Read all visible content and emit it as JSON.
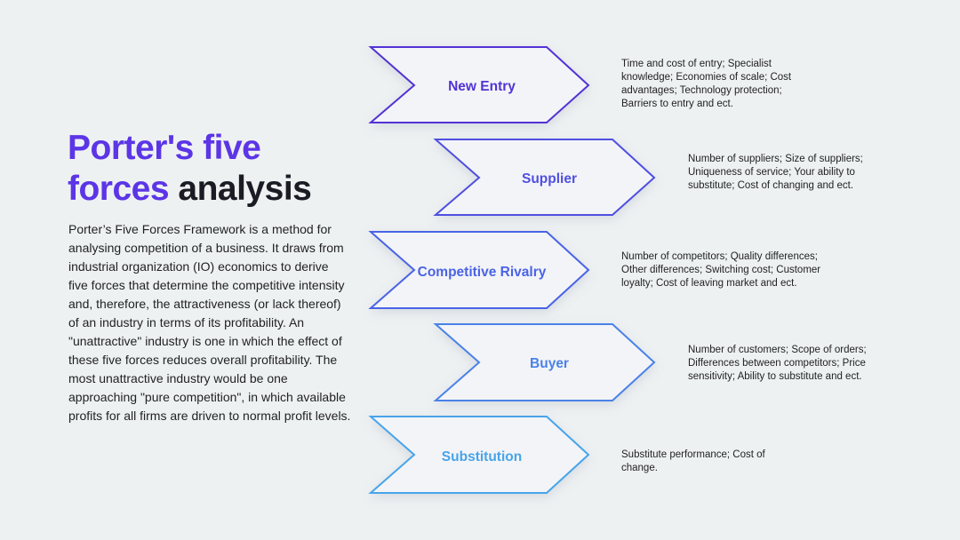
{
  "title": {
    "line1": "Porter's five",
    "accent2": "forces",
    "rest2": " analysis"
  },
  "description": "Porter’s Five Forces Framework is a method for analysing competition of a business. It draws from industrial organization (IO) economics to derive five forces that determine the competitive intensity and, therefore, the attractiveness (or lack thereof) of an industry in terms of its profitability. An \"unattractive\" industry is one in which the effect of these five forces reduces overall profitability. The most unattractive industry would be one approaching \"pure competition\", in which available profits for all firms are driven to normal profit levels.",
  "forces": [
    {
      "label": "New Entry",
      "color": "#5233d6",
      "details": "Time and cost of entry; Specialist knowledge; Economies of scale; Cost advantages; Technology protection; Barriers to entry and ect."
    },
    {
      "label": "Supplier",
      "color": "#4f4fe0",
      "details": "Number of suppliers; Size of suppliers; Uniqueness of service; Your ability to substitute; Cost of changing and ect."
    },
    {
      "label": "Competitive Rivalry",
      "color": "#4a63e6",
      "details": "Number of competitors; Quality differences; Other differences; Switching cost; Customer loyalty; Cost of leaving market and ect."
    },
    {
      "label": "Buyer",
      "color": "#4a82e8",
      "details": "Number of customers; Scope of orders; Differences between competitors; Price sensitivity; Ability to substitute and ect."
    },
    {
      "label": "Substitution",
      "color": "#47a4ea",
      "details": "Substitute performance; Cost of change."
    }
  ]
}
